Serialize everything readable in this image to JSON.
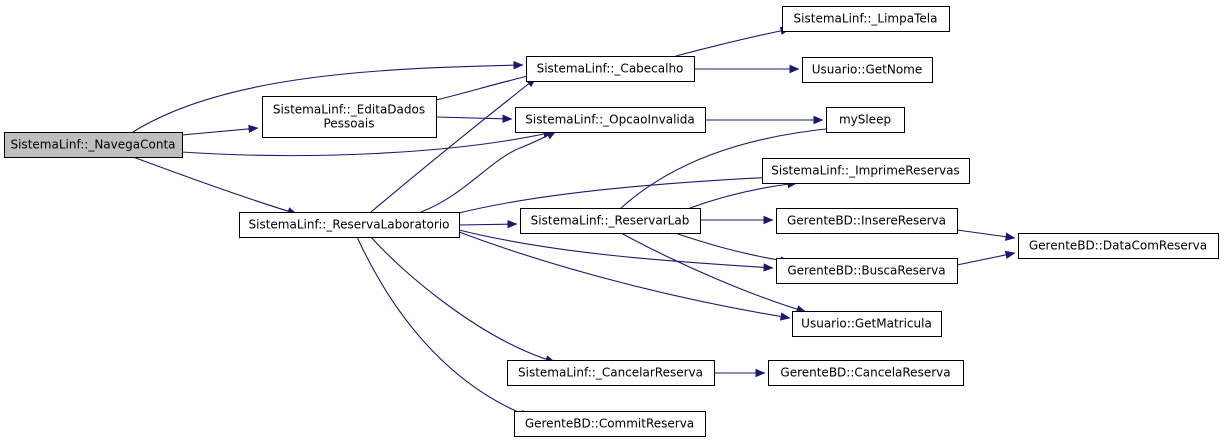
{
  "colors": {
    "edge": "#191970",
    "node_border": "#000000",
    "node_fill": "#ffffff",
    "root_fill": "#bfbfbf",
    "text": "#000000"
  },
  "nodes": [
    {
      "id": "navega",
      "lines": [
        "SistemaLinf::_NavegaConta"
      ],
      "root": true
    },
    {
      "id": "edita",
      "lines": [
        "SistemaLinf::_EditaDados",
        "Pessoais"
      ]
    },
    {
      "id": "cabec",
      "lines": [
        "SistemaLinf::_Cabecalho"
      ]
    },
    {
      "id": "opcao",
      "lines": [
        "SistemaLinf::_OpcaoInvalida"
      ]
    },
    {
      "id": "reservaLab",
      "lines": [
        "SistemaLinf::_ReservaLaboratorio"
      ]
    },
    {
      "id": "limpa",
      "lines": [
        "SistemaLinf::_LimpaTela"
      ]
    },
    {
      "id": "getnome",
      "lines": [
        "Usuario::GetNome"
      ]
    },
    {
      "id": "mysleep",
      "lines": [
        "mySleep"
      ]
    },
    {
      "id": "imprime",
      "lines": [
        "SistemaLinf::_ImprimeReservas"
      ]
    },
    {
      "id": "reservarLab",
      "lines": [
        "SistemaLinf::_ReservarLab"
      ]
    },
    {
      "id": "insere",
      "lines": [
        "GerenteBD::InsereReserva"
      ]
    },
    {
      "id": "busca",
      "lines": [
        "GerenteBD::BuscaReserva"
      ]
    },
    {
      "id": "datacom",
      "lines": [
        "GerenteBD::DataComReserva"
      ]
    },
    {
      "id": "getmat",
      "lines": [
        "Usuario::GetMatricula"
      ]
    },
    {
      "id": "cancelar",
      "lines": [
        "SistemaLinf::_CancelarReserva"
      ]
    },
    {
      "id": "cancela",
      "lines": [
        "GerenteBD::CancelaReserva"
      ]
    },
    {
      "id": "commit",
      "lines": [
        "GerenteBD::CommitReserva"
      ]
    }
  ],
  "edges": [
    {
      "from": "navega",
      "to": "cabec"
    },
    {
      "from": "navega",
      "to": "edita"
    },
    {
      "from": "navega",
      "to": "opcao"
    },
    {
      "from": "navega",
      "to": "reservaLab"
    },
    {
      "from": "edita",
      "to": "cabec"
    },
    {
      "from": "edita",
      "to": "opcao"
    },
    {
      "from": "cabec",
      "to": "limpa"
    },
    {
      "from": "cabec",
      "to": "getnome"
    },
    {
      "from": "opcao",
      "to": "mysleep"
    },
    {
      "from": "reservaLab",
      "to": "cabec"
    },
    {
      "from": "reservaLab",
      "to": "opcao"
    },
    {
      "from": "reservaLab",
      "to": "imprime"
    },
    {
      "from": "reservaLab",
      "to": "reservarLab"
    },
    {
      "from": "reservaLab",
      "to": "busca"
    },
    {
      "from": "reservaLab",
      "to": "getmat"
    },
    {
      "from": "reservaLab",
      "to": "cancelar"
    },
    {
      "from": "reservaLab",
      "to": "commit"
    },
    {
      "from": "reservarLab",
      "to": "mysleep"
    },
    {
      "from": "reservarLab",
      "to": "imprime"
    },
    {
      "from": "reservarLab",
      "to": "insere"
    },
    {
      "from": "reservarLab",
      "to": "busca"
    },
    {
      "from": "reservarLab",
      "to": "getmat"
    },
    {
      "from": "insere",
      "to": "datacom"
    },
    {
      "from": "busca",
      "to": "datacom"
    },
    {
      "from": "cancelar",
      "to": "cancela"
    }
  ]
}
